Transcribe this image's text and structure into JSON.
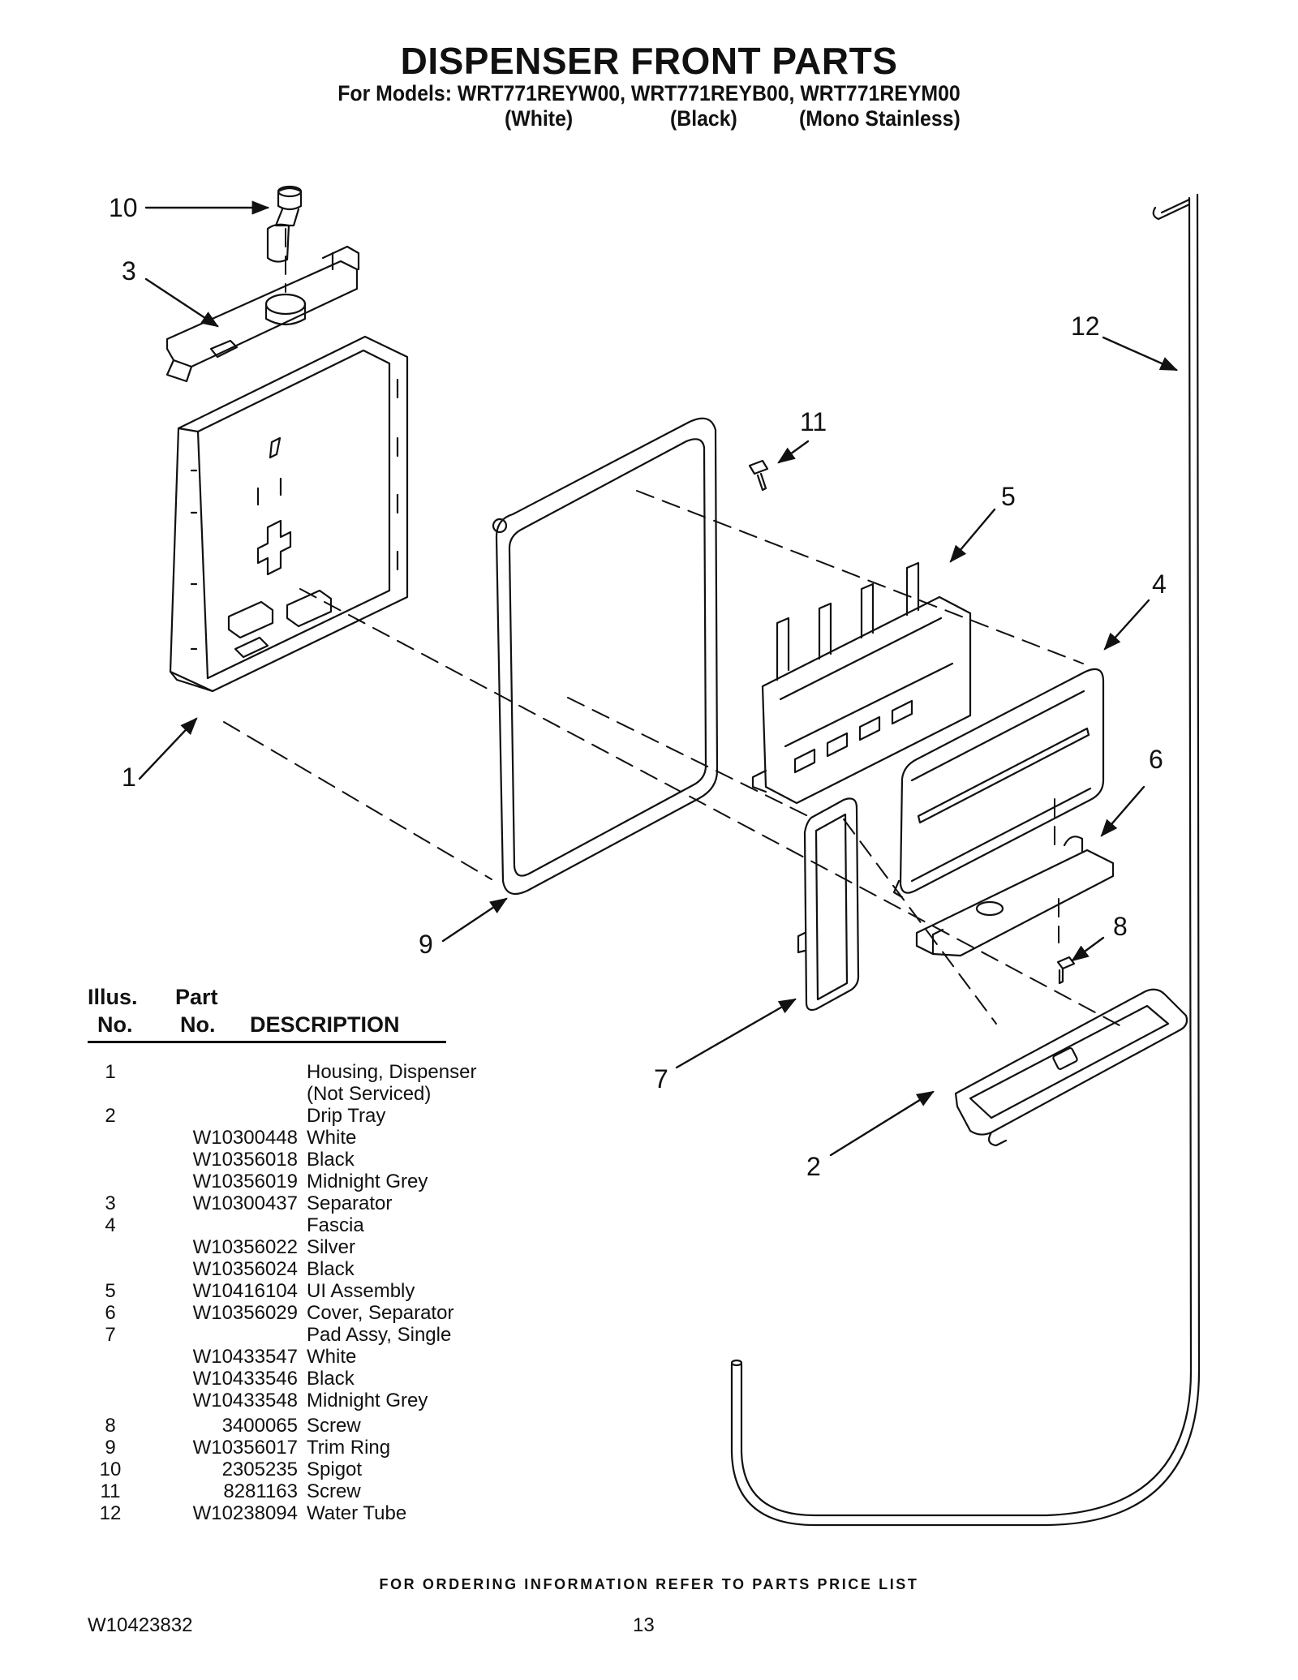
{
  "header": {
    "title": "DISPENSER FRONT PARTS",
    "models": "For Models: WRT771REYW00, WRT771REYB00, WRT771REYM00",
    "variant_white": "(White)",
    "variant_black": "(Black)",
    "variant_mono": "(Mono Stainless)"
  },
  "diagram": {
    "callouts": [
      "10",
      "3",
      "12",
      "11",
      "5",
      "4",
      "6",
      "1",
      "9",
      "8",
      "7",
      "2"
    ]
  },
  "table": {
    "head_illus_1": "Illus.",
    "head_illus_2": "No.",
    "head_part_1": "Part",
    "head_part_2": "No.",
    "head_desc": "DESCRIPTION",
    "rows": [
      {
        "illus": "1",
        "part": "",
        "desc": "Housing, Dispenser"
      },
      {
        "illus": "",
        "part": "",
        "desc": "(Not Serviced)"
      },
      {
        "illus": "2",
        "part": "",
        "desc": "Drip Tray"
      },
      {
        "illus": "",
        "part": "W10300448",
        "desc": "White"
      },
      {
        "illus": "",
        "part": "W10356018",
        "desc": "Black"
      },
      {
        "illus": "",
        "part": "W10356019",
        "desc": "Midnight Grey"
      },
      {
        "illus": "3",
        "part": "W10300437",
        "desc": "Separator"
      },
      {
        "illus": "4",
        "part": "",
        "desc": "Fascia"
      },
      {
        "illus": "",
        "part": "W10356022",
        "desc": "Silver"
      },
      {
        "illus": "",
        "part": "W10356024",
        "desc": "Black"
      },
      {
        "illus": "5",
        "part": "W10416104",
        "desc": "UI Assembly"
      },
      {
        "illus": "6",
        "part": "W10356029",
        "desc": "Cover, Separator"
      },
      {
        "illus": "7",
        "part": "",
        "desc": "Pad Assy, Single"
      },
      {
        "illus": "",
        "part": "W10433547",
        "desc": "White"
      },
      {
        "illus": "",
        "part": "W10433546",
        "desc": "Black"
      },
      {
        "illus": "",
        "part": "W10433548",
        "desc": "Midnight Grey"
      },
      {
        "illus": "8",
        "part": "3400065",
        "desc": "Screw"
      },
      {
        "illus": "9",
        "part": "W10356017",
        "desc": "Trim Ring"
      },
      {
        "illus": "10",
        "part": "2305235",
        "desc": "Spigot"
      },
      {
        "illus": "11",
        "part": "8281163",
        "desc": "Screw"
      },
      {
        "illus": "12",
        "part": "W10238094",
        "desc": "Water Tube"
      }
    ]
  },
  "footer": {
    "ordering": "FOR ORDERING INFORMATION REFER TO PARTS PRICE LIST",
    "doc_number": "W10423832",
    "page_number": "13"
  }
}
